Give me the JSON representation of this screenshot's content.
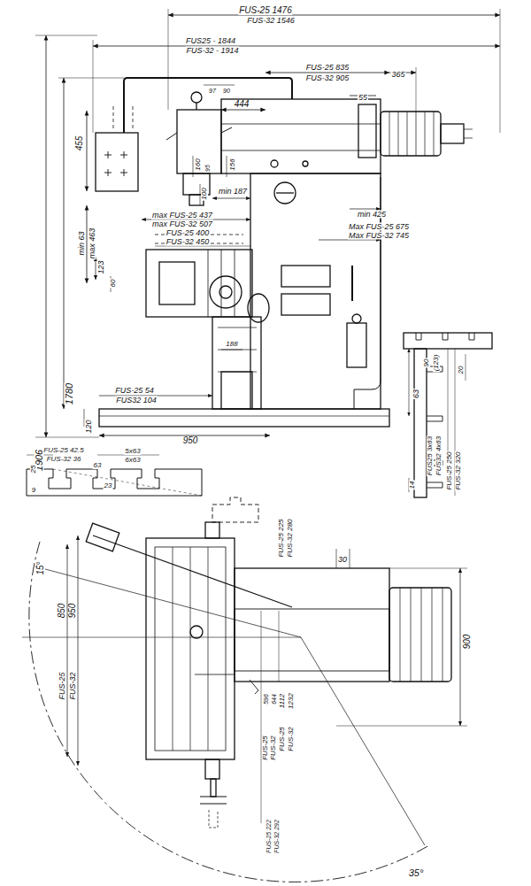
{
  "diagram": {
    "labels": [
      "FUS-25 1476",
      "FUS-32 1546",
      "FUS25 - 1844",
      "FUS-32 - 1914",
      "FUS-25 835",
      "FUS-32 905",
      "365",
      "97",
      "90",
      "444",
      "55",
      "455",
      "1906",
      "1780",
      "min 63",
      "max 463",
      "160",
      "95",
      "156",
      "100",
      "min 187",
      "max FUS-25 437",
      "max FUS-32 507",
      "FUS-25 400",
      "FUS-32 450",
      "min 425",
      "Max FUS-25 675",
      "Max FUS-32 745",
      "123",
      "60",
      "188",
      "FUS-25 54",
      "FUS32 104",
      "120",
      "950",
      "90",
      "(123)",
      "63",
      "20",
      "FUS25 3x63",
      "FUS32 4x63",
      "FUS-25 250",
      "FUS-32 320",
      "14",
      "FUS-25 42.5",
      "FUS-32 36",
      "5x63",
      "6x63",
      "63",
      "25",
      "9",
      "23",
      "FUS-25 225",
      "FUS-32 280",
      "15°",
      "850",
      "950",
      "FUS-25",
      "FUS-32",
      "30",
      "900",
      "596",
      "644",
      "1112",
      "1232",
      "FUS-25",
      "FUS-32",
      "FUS-25",
      "FUS-32",
      "FUS-25 222",
      "FUS-32 292",
      "35°"
    ]
  }
}
